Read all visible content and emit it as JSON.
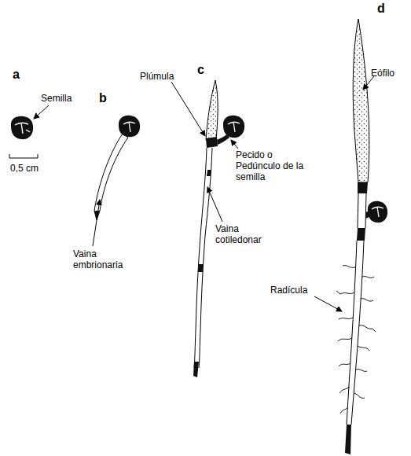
{
  "diagram": {
    "labels": [
      "a",
      "Semilla",
      "0,5 cm",
      "b",
      "Vaina embrionaria",
      "c",
      "Plúmula",
      "Pecido o Pedúnculo de la semilla",
      "Vaina cotiledonar",
      "d",
      "Eófilo",
      "Radícula"
    ]
  }
}
